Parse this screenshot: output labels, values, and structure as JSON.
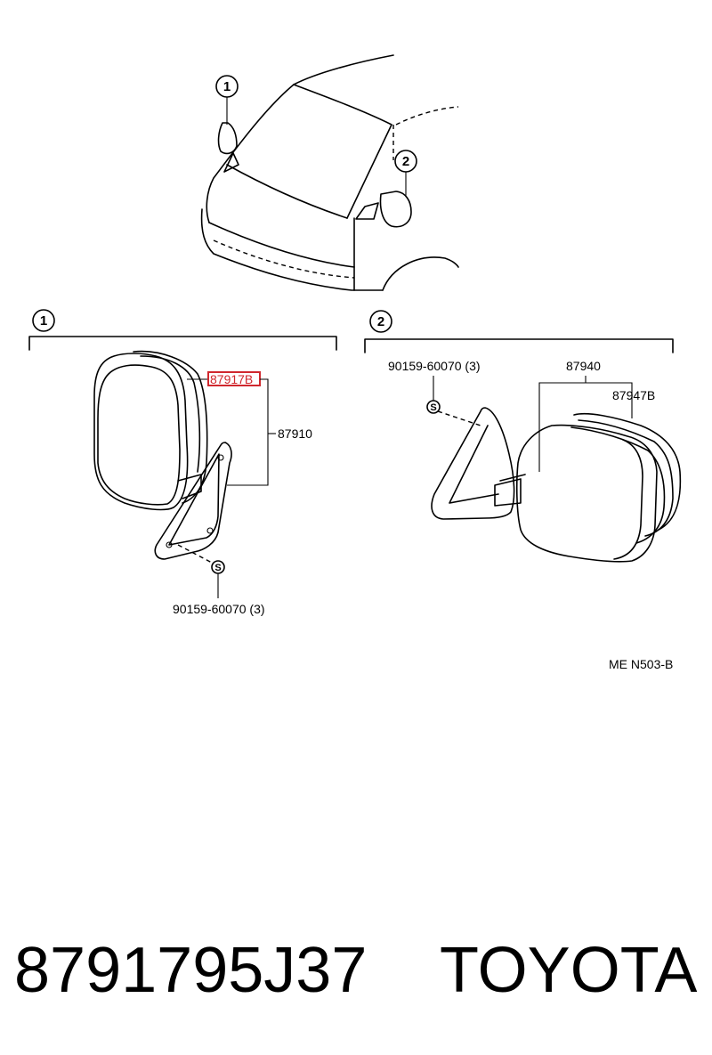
{
  "diagram": {
    "callouts": {
      "circle_1": "1",
      "circle_2": "2",
      "s_mark": "S"
    },
    "left_assembly": {
      "highlighted_part": "87917B",
      "assembly_part": "87910",
      "screw_part": "90159-60070 (3)"
    },
    "right_assembly": {
      "screw_part": "90159-60070 (3)",
      "assembly_part": "87940",
      "cover_part": "87947B"
    },
    "reference_code": "ME  N503-B",
    "highlight_color": "#d0282e"
  },
  "footer": {
    "part_number": "8791795J37",
    "brand": "TOYOTA"
  }
}
